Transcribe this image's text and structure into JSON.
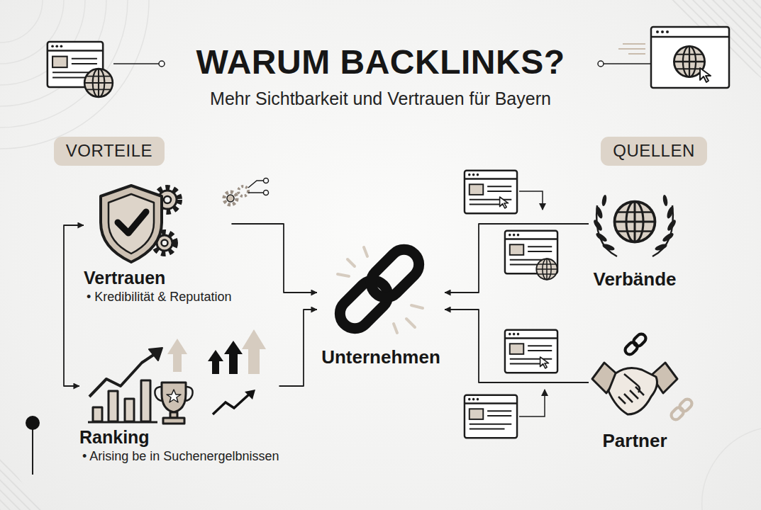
{
  "diagram": {
    "title": "WARUM BACKLINKS?",
    "nodes": [
      {
        "text": [
          "VORTEILE"
        ]
      },
      {
        "text": [
          "QUELLEN"
        ]
      },
      {
        "text": [
          "Vertrauen",
          "• Kredibilität & Reputation"
        ]
      },
      {
        "text": [
          "Ranking",
          "• Arising be in Suchenergelbnissen"
        ]
      },
      {
        "text": [
          "Unternehmen"
        ]
      },
      {
        "text": [
          "Verbände"
        ]
      },
      {
        "text": [
          "Partner"
        ]
      }
    ],
    "edges": [
      {
        "from": 2,
        "to": 3,
        "arrow": "both"
      },
      {
        "from": 2,
        "to": 4,
        "arrow": "to"
      },
      {
        "from": 3,
        "to": 4,
        "arrow": "to"
      },
      {
        "from": 5,
        "to": 4,
        "arrow": "to"
      },
      {
        "from": 6,
        "to": 4,
        "arrow": "to"
      }
    ],
    "labels": [
      "Mehr Sichtbarkeit und Vertrauen für Bayern"
    ]
  }
}
